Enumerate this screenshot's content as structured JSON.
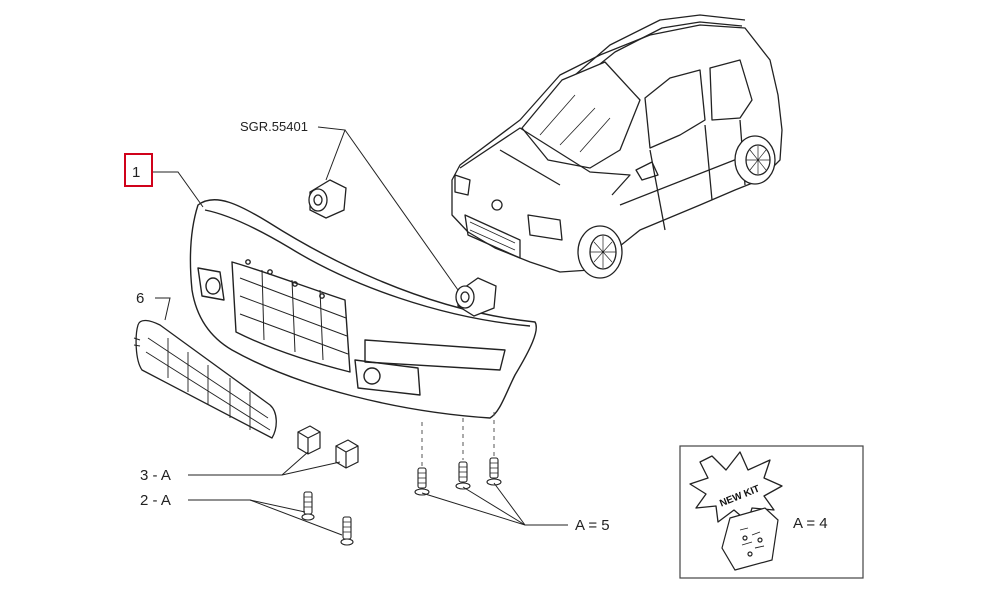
{
  "labels": {
    "part_1": "1",
    "part_6": "6",
    "sgr": "SGR.55401",
    "part_3a": "3 - A",
    "part_2a": "2 - A",
    "a5": "A = 5",
    "a4": "A = 4"
  },
  "kit": {
    "burst_text": "NEW KIT"
  },
  "colors": {
    "highlight": "#d0021b",
    "line": "#222222"
  }
}
